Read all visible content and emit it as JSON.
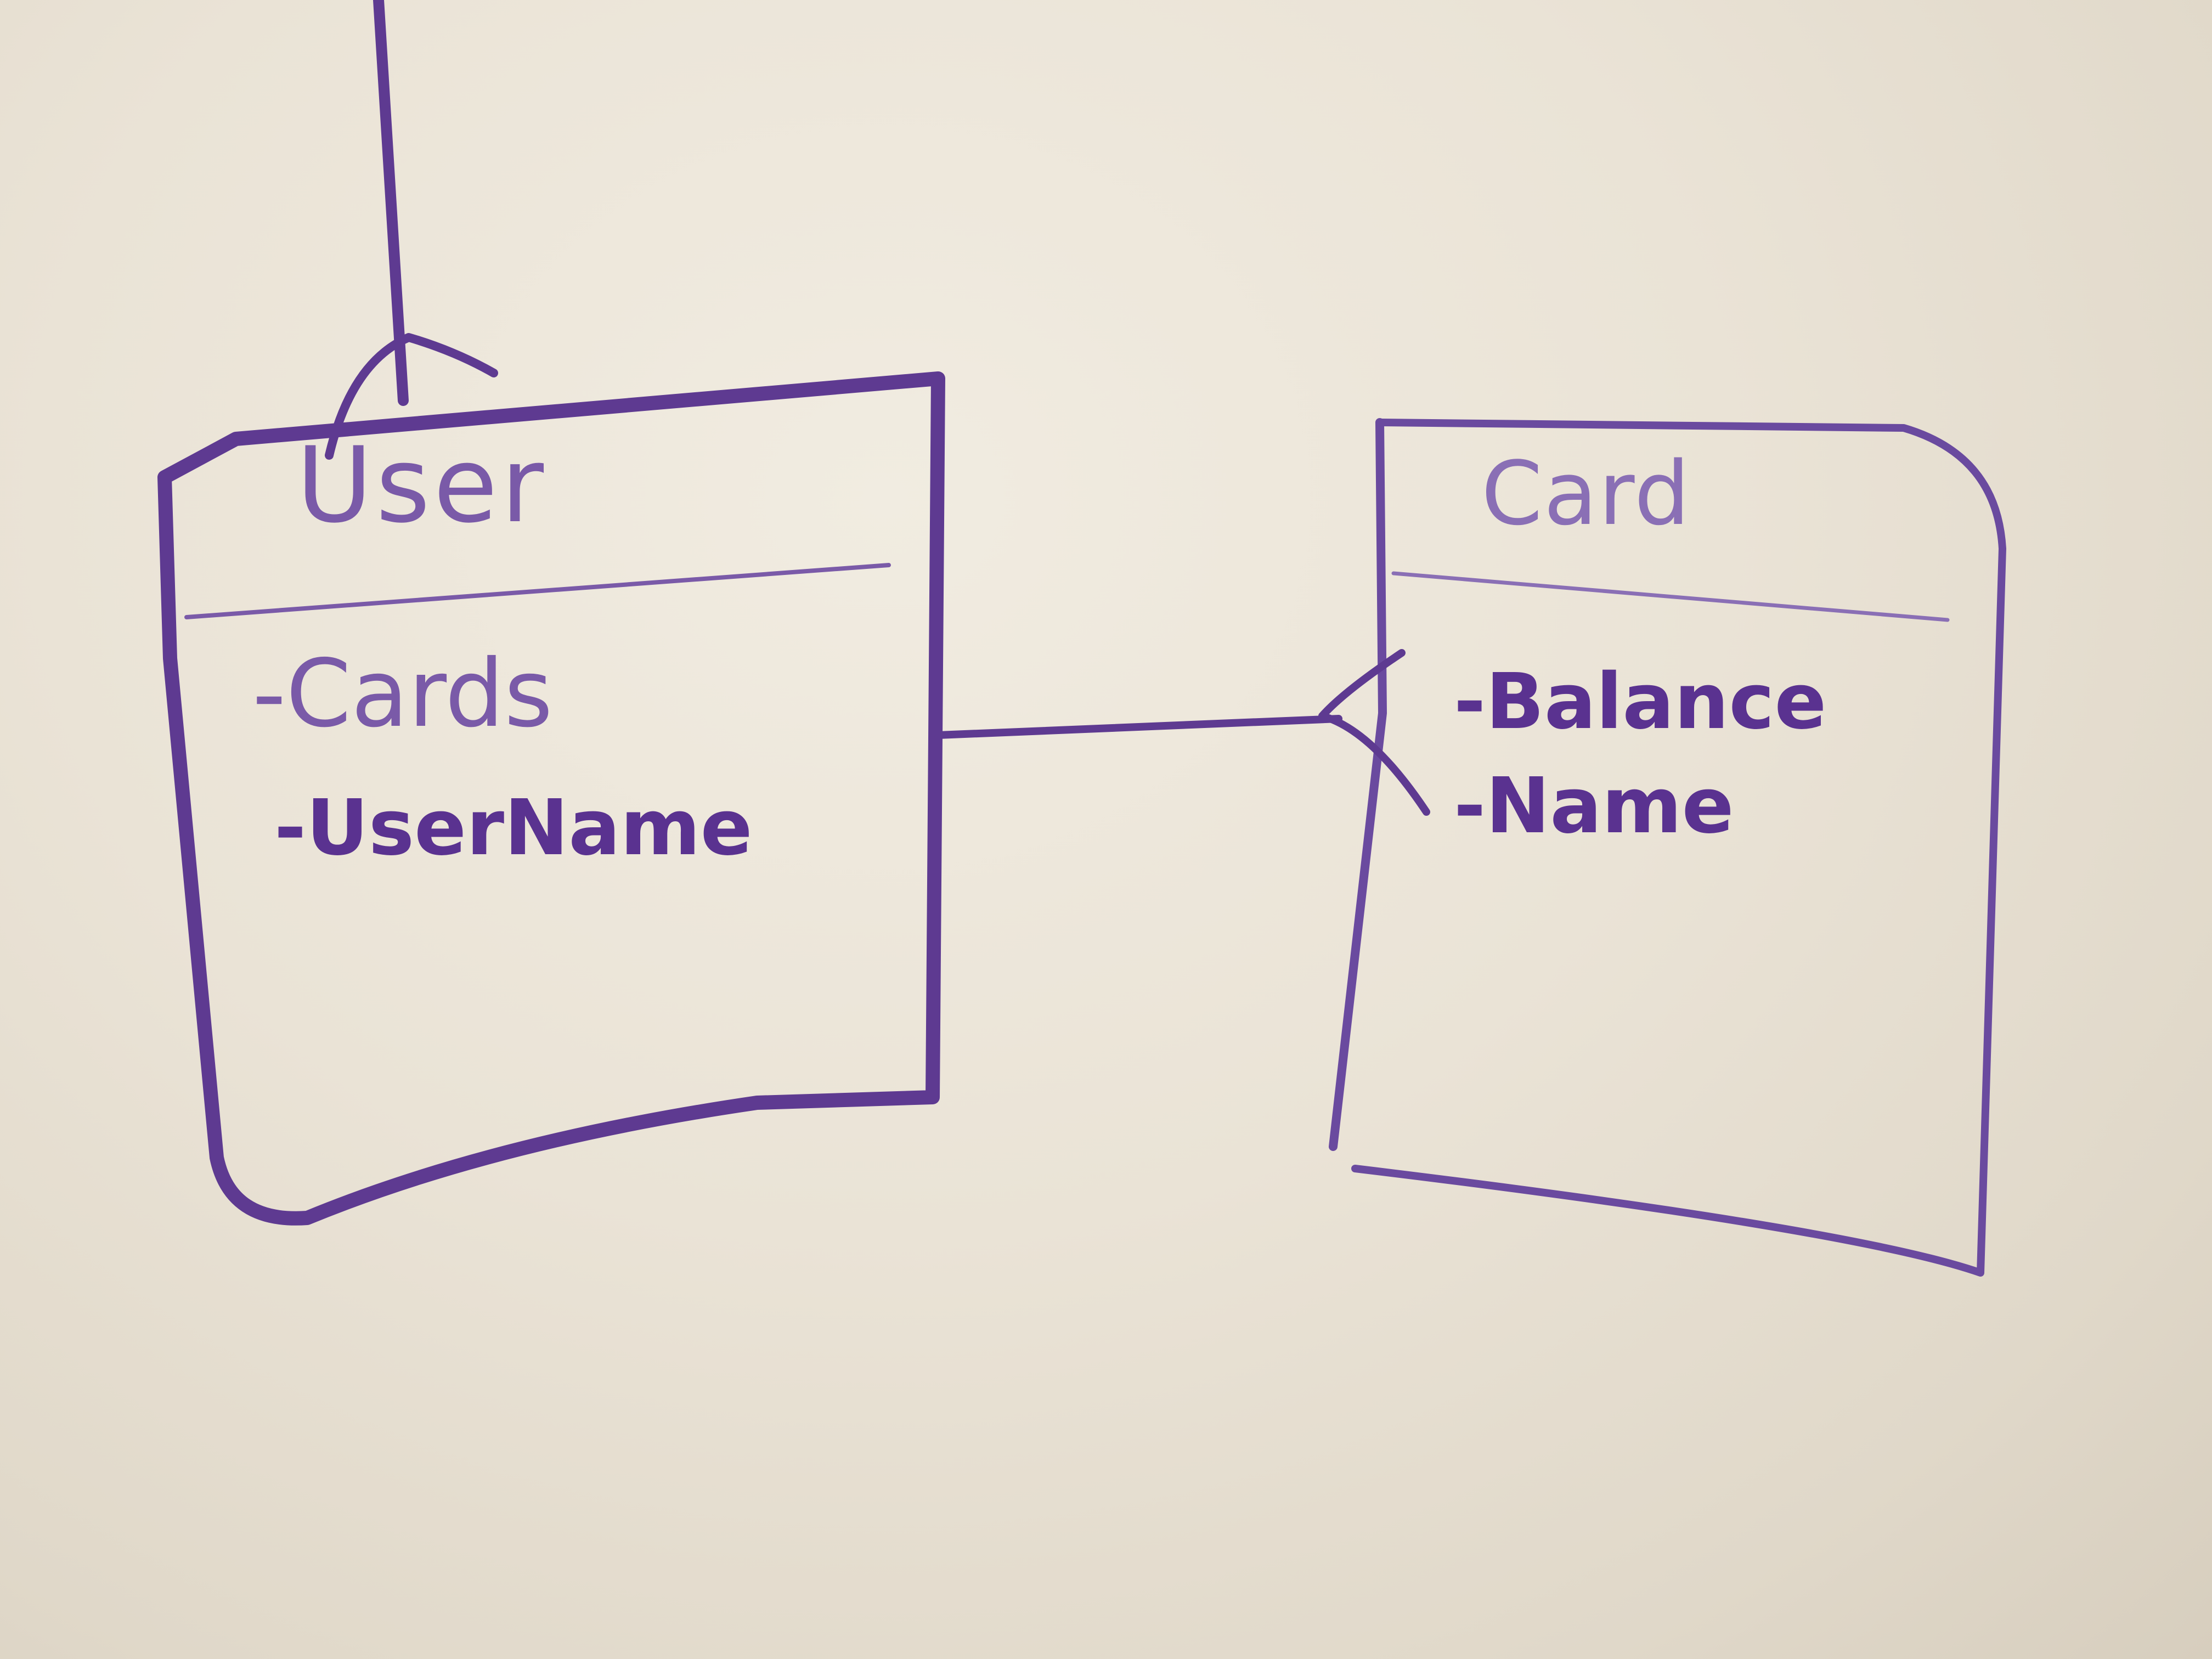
{
  "diagram": {
    "user_class": {
      "title": "User",
      "attributes": [
        "-Cards",
        "-UserName"
      ]
    },
    "card_class": {
      "title": "Card",
      "attributes": [
        "-Balance",
        "-Name"
      ]
    },
    "relationship": {
      "type": "one-to-many",
      "from": "User",
      "to": "Card"
    },
    "marker_color": "#5e3a91"
  }
}
